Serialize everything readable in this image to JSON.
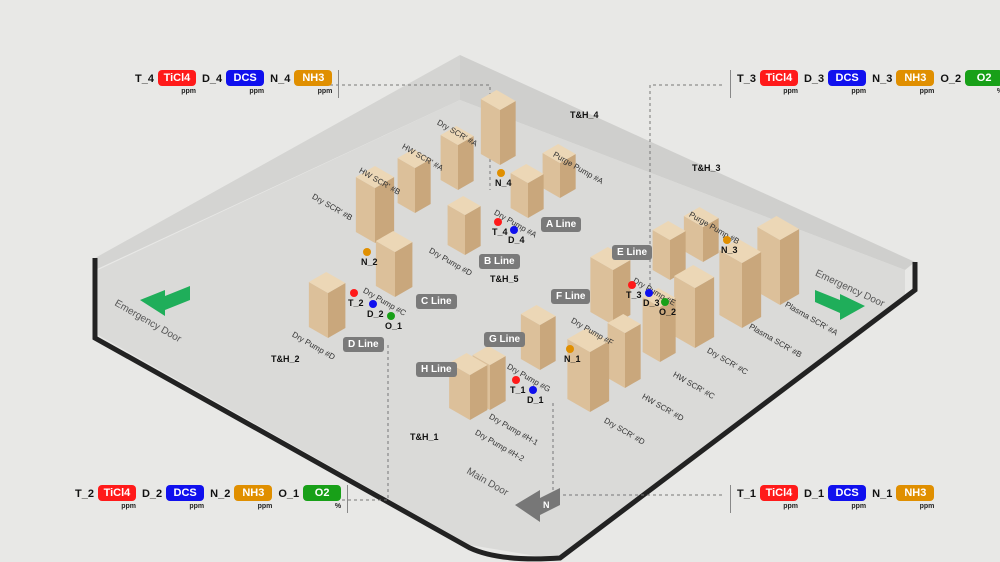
{
  "colors": {
    "ticl4": "#ff1a1a",
    "dcs": "#1010ee",
    "nh3": "#e08f00",
    "o2": "#18a018",
    "badge": "#7a7a7a",
    "exit": "#1fae5a"
  },
  "panels": {
    "top_left": [
      {
        "id": "T_4",
        "gas": "TiCl4",
        "unit": "ppm",
        "type": "ticl4"
      },
      {
        "id": "D_4",
        "gas": "DCS",
        "unit": "ppm",
        "type": "dcs"
      },
      {
        "id": "N_4",
        "gas": "NH3",
        "unit": "ppm",
        "type": "nh3"
      }
    ],
    "top_right": [
      {
        "id": "T_3",
        "gas": "TiCl4",
        "unit": "ppm",
        "type": "ticl4"
      },
      {
        "id": "D_3",
        "gas": "DCS",
        "unit": "ppm",
        "type": "dcs"
      },
      {
        "id": "N_3",
        "gas": "NH3",
        "unit": "ppm",
        "type": "nh3"
      },
      {
        "id": "O_2",
        "gas": "O2",
        "unit": "%",
        "type": "o2"
      }
    ],
    "bottom_left": [
      {
        "id": "T_2",
        "gas": "TiCl4",
        "unit": "ppm",
        "type": "ticl4"
      },
      {
        "id": "D_2",
        "gas": "DCS",
        "unit": "ppm",
        "type": "dcs"
      },
      {
        "id": "N_2",
        "gas": "NH3",
        "unit": "ppm",
        "type": "nh3"
      },
      {
        "id": "O_1",
        "gas": "O2",
        "unit": "%",
        "type": "o2"
      }
    ],
    "bottom_right": [
      {
        "id": "T_1",
        "gas": "TiCl4",
        "unit": "ppm",
        "type": "ticl4"
      },
      {
        "id": "D_1",
        "gas": "DCS",
        "unit": "ppm",
        "type": "dcs"
      },
      {
        "id": "N_1",
        "gas": "NH3",
        "unit": "ppm",
        "type": "nh3"
      }
    ]
  },
  "equipment": [
    "Dry SCR' #A",
    "HW SCR' #A",
    "HW SCR' #B",
    "Dry SCR' #B",
    "Purge Pump #A",
    "Dry Pump #A",
    "Dry Pump #D",
    "Dry Pump #C",
    "Dry Pump #D",
    "Purge Pump #B",
    "Dry Pump #E",
    "Dry Pump #F",
    "Dry Pump #G",
    "Dry Pump #H-1",
    "Dry Pump #H-2",
    "Dry SCR' #D",
    "HW SCR' #D",
    "HW SCR' #C",
    "Dry SCR' #C",
    "Plasma SCR' #B",
    "Plasma SCR' #A"
  ],
  "lines": [
    "A Line",
    "B Line",
    "C Line",
    "D Line",
    "E Line",
    "F Line",
    "G Line",
    "H Line"
  ],
  "th": [
    "T&H_4",
    "T&H_3",
    "T&H_5",
    "T&H_2",
    "T&H_1"
  ],
  "dots": [
    {
      "id": "N_4",
      "type": "nh3"
    },
    {
      "id": "T_4",
      "type": "ticl4"
    },
    {
      "id": "D_4",
      "type": "dcs"
    },
    {
      "id": "N_2",
      "type": "nh3"
    },
    {
      "id": "T_2",
      "type": "ticl4"
    },
    {
      "id": "D_2",
      "type": "dcs"
    },
    {
      "id": "O_1",
      "type": "o2"
    },
    {
      "id": "T_3",
      "type": "ticl4"
    },
    {
      "id": "D_3",
      "type": "dcs"
    },
    {
      "id": "O_2",
      "type": "o2"
    },
    {
      "id": "N_3",
      "type": "nh3"
    },
    {
      "id": "N_1",
      "type": "nh3"
    },
    {
      "id": "T_1",
      "type": "ticl4"
    },
    {
      "id": "D_1",
      "type": "dcs"
    }
  ],
  "doors": {
    "emergency": "Emergency Door",
    "main": "Main Door",
    "main_arrow_letter": "N"
  }
}
